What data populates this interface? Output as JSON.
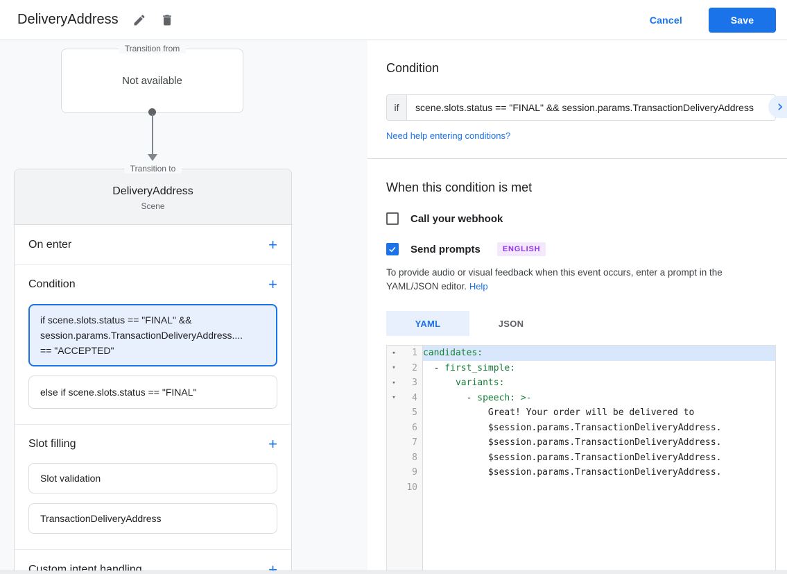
{
  "header": {
    "title": "DeliveryAddress",
    "cancel_label": "Cancel",
    "save_label": "Save"
  },
  "icons": {
    "add": "+",
    "fold": "▾"
  },
  "colors": {
    "accent_blue": "#1a73e8",
    "selected_bg": "#e8f0fe",
    "badge_bg": "#f3e8fd",
    "badge_text": "#9334e6",
    "yaml_key_green": "#188038",
    "line_highlight": "#d9e7fd"
  },
  "flow": {
    "transition_from": {
      "label": "Transition from",
      "value": "Not available"
    },
    "transition_to": {
      "label": "Transition to",
      "scene_name": "DeliveryAddress",
      "scene_type": "Scene"
    },
    "on_enter_label": "On enter",
    "condition_label": "Condition",
    "slot_filling_label": "Slot filling",
    "custom_intent_label": "Custom intent handling",
    "conditions": [
      {
        "selected": true,
        "lines": [
          "if scene.slots.status == \"FINAL\" &&",
          "session.params.TransactionDeliveryAddress....",
          "== \"ACCEPTED\""
        ]
      },
      {
        "selected": false,
        "lines": [
          "else if scene.slots.status == \"FINAL\""
        ]
      }
    ],
    "slots": [
      "Slot validation",
      "TransactionDeliveryAddress"
    ]
  },
  "condition_panel": {
    "title": "Condition",
    "if_label": "if",
    "expression": "scene.slots.status == \"FINAL\" && session.params.TransactionDeliveryAddress",
    "help_link": "Need help entering conditions?"
  },
  "when_met": {
    "title": "When this condition is met",
    "webhook_label": "Call your webhook",
    "webhook_checked": false,
    "send_prompts_label": "Send prompts",
    "send_prompts_checked": true,
    "language_badge": "ENGLISH",
    "description": "To provide audio or visual feedback when this event occurs, enter a prompt in the YAML/JSON editor.",
    "help_label": "Help"
  },
  "editor": {
    "tabs": [
      "YAML",
      "JSON"
    ],
    "active_tab": "YAML",
    "lines": [
      {
        "n": 1,
        "fold": true,
        "hl": true,
        "parts": [
          [
            "k",
            "candidates:"
          ]
        ]
      },
      {
        "n": 2,
        "fold": true,
        "hl": false,
        "parts": [
          [
            "p",
            "  - "
          ],
          [
            "k",
            "first_simple:"
          ]
        ]
      },
      {
        "n": 3,
        "fold": true,
        "hl": false,
        "parts": [
          [
            "p",
            "      "
          ],
          [
            "k",
            "variants:"
          ]
        ]
      },
      {
        "n": 4,
        "fold": true,
        "hl": false,
        "parts": [
          [
            "p",
            "        - "
          ],
          [
            "k",
            "speech: >-"
          ]
        ]
      },
      {
        "n": 5,
        "fold": false,
        "hl": false,
        "parts": [
          [
            "p",
            "            Great! Your order will be delivered to"
          ]
        ]
      },
      {
        "n": 6,
        "fold": false,
        "hl": false,
        "parts": [
          [
            "p",
            "            $session.params.TransactionDeliveryAddress."
          ]
        ]
      },
      {
        "n": 7,
        "fold": false,
        "hl": false,
        "parts": [
          [
            "p",
            "            $session.params.TransactionDeliveryAddress."
          ]
        ]
      },
      {
        "n": 8,
        "fold": false,
        "hl": false,
        "parts": [
          [
            "p",
            "            $session.params.TransactionDeliveryAddress."
          ]
        ]
      },
      {
        "n": 9,
        "fold": false,
        "hl": false,
        "parts": [
          [
            "p",
            "            $session.params.TransactionDeliveryAddress."
          ]
        ]
      },
      {
        "n": 10,
        "fold": false,
        "hl": false,
        "parts": [
          [
            "p",
            ""
          ]
        ]
      }
    ]
  }
}
